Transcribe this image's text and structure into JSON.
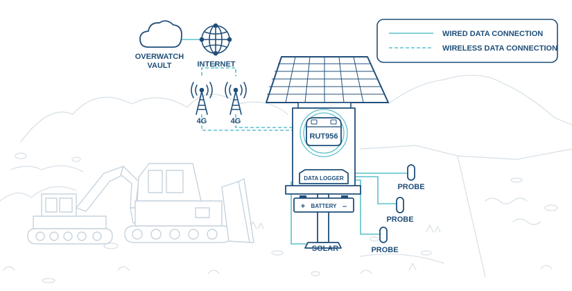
{
  "legend": {
    "wired": "WIRED DATA CONNECTION",
    "wireless": "WIRELESS DATA CONNECTION"
  },
  "nodes": {
    "vault_line1": "OVERWATCH",
    "vault_line2": "VAULT",
    "internet": "INTERNET",
    "tower_left": "4G",
    "tower_right": "4G",
    "router": "RUT956",
    "data_logger": "DATA LOGGER",
    "battery": "BATTERY",
    "battery_plus": "+",
    "battery_minus": "–",
    "solar": "SOLAR",
    "probe_1": "PROBE",
    "probe_2": "PROBE",
    "probe_3": "PROBE"
  },
  "colors": {
    "outline": "#1f4e79",
    "wire": "#5bc0ca",
    "landscape": "#d6dfe6"
  },
  "icons": {
    "vault": "cloud-icon",
    "internet": "globe-icon",
    "tower": "cell-tower-icon",
    "panel": "solar-panel-icon"
  }
}
